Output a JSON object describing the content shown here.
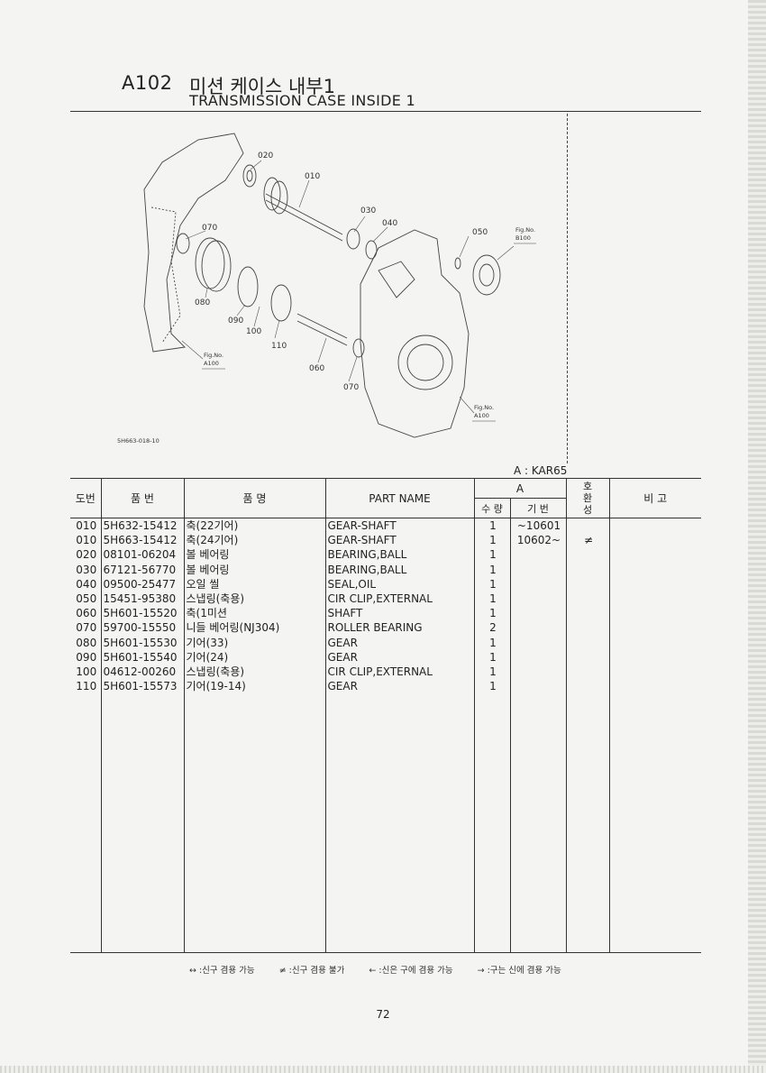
{
  "header": {
    "code": "A102",
    "title_ko": "미션 케이스 내부1",
    "title_en": "TRANSMISSION CASE INSIDE 1"
  },
  "diagram": {
    "callouts": [
      "020",
      "010",
      "030",
      "040",
      "050",
      "070",
      "080",
      "090",
      "100",
      "110",
      "060",
      "070"
    ],
    "fig_refs": [
      {
        "line1": "Fig.No.",
        "line2": "B100"
      },
      {
        "line1": "Fig.No.",
        "line2": "A100"
      },
      {
        "line1": "Fig.No.",
        "line2": "A100"
      }
    ],
    "drawing_code": "5H663-018-10"
  },
  "model_label": "A : KAR65",
  "table": {
    "headers": {
      "ref": "도번",
      "part_no": "품   번",
      "name_ko": "품        명",
      "part_name": "PART NAME",
      "group_a": "A",
      "qty": "수 량",
      "serial": "기 번",
      "compat": "호\n환\n성",
      "remarks": "비   고"
    },
    "rows": [
      {
        "ref": "010",
        "part_no": "5H632-15412",
        "name_ko": "축(22기어)",
        "name_en": "GEAR-SHAFT",
        "qty": "1",
        "serial": "~10601",
        "compat": ""
      },
      {
        "ref": "010",
        "part_no": "5H663-15412",
        "name_ko": "축(24기어)",
        "name_en": "GEAR-SHAFT",
        "qty": "1",
        "serial": "10602~",
        "compat": "≠"
      },
      {
        "ref": "020",
        "part_no": "08101-06204",
        "name_ko": "볼 베어링",
        "name_en": "BEARING,BALL",
        "qty": "1",
        "serial": "",
        "compat": ""
      },
      {
        "ref": "030",
        "part_no": "67121-56770",
        "name_ko": "볼 베어링",
        "name_en": "BEARING,BALL",
        "qty": "1",
        "serial": "",
        "compat": ""
      },
      {
        "ref": "040",
        "part_no": "09500-25477",
        "name_ko": "오일 씰",
        "name_en": "SEAL,OIL",
        "qty": "1",
        "serial": "",
        "compat": ""
      },
      {
        "ref": "050",
        "part_no": "15451-95380",
        "name_ko": "스냅링(축용)",
        "name_en": "CIR CLIP,EXTERNAL",
        "qty": "1",
        "serial": "",
        "compat": ""
      },
      {
        "ref": "060",
        "part_no": "5H601-15520",
        "name_ko": "축(1미션",
        "name_en": "SHAFT",
        "qty": "1",
        "serial": "",
        "compat": ""
      },
      {
        "ref": "070",
        "part_no": "59700-15550",
        "name_ko": "니들 베어링(NJ304)",
        "name_en": "ROLLER BEARING",
        "qty": "2",
        "serial": "",
        "compat": ""
      },
      {
        "ref": "080",
        "part_no": "5H601-15530",
        "name_ko": "기어(33)",
        "name_en": "GEAR",
        "qty": "1",
        "serial": "",
        "compat": ""
      },
      {
        "ref": "090",
        "part_no": "5H601-15540",
        "name_ko": "기어(24)",
        "name_en": "GEAR",
        "qty": "1",
        "serial": "",
        "compat": ""
      },
      {
        "ref": "100",
        "part_no": "04612-00260",
        "name_ko": "스냅링(축용)",
        "name_en": "CIR CLIP,EXTERNAL",
        "qty": "1",
        "serial": "",
        "compat": ""
      },
      {
        "ref": "110",
        "part_no": "5H601-15573",
        "name_ko": "기어(19-14)",
        "name_en": "GEAR",
        "qty": "1",
        "serial": "",
        "compat": ""
      }
    ]
  },
  "legend": [
    "↔ :신구 겸용 가능",
    "≠ :신구 겸용 불가",
    "← :신은 구에 겸용 가능",
    "→ :구는 신에 겸용 가능"
  ],
  "page_number": "72"
}
